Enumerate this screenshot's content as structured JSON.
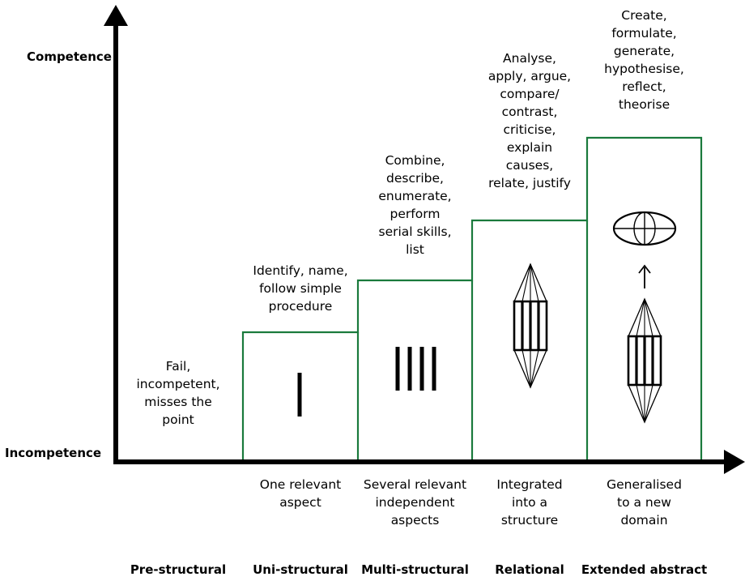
{
  "axis": {
    "y_top_label": "Competence",
    "y_bottom_label": "Incompetence"
  },
  "colors": {
    "step_outline": "#1a7a3c",
    "axis": "#000000"
  },
  "levels": [
    {
      "name": "Pre-structural",
      "verbs": "Fail,\nincompetent,\nmisses the\npoint",
      "description": "",
      "icon": "none"
    },
    {
      "name": "Uni-structural",
      "verbs": "Identify, name,\nfollow simple\nprocedure",
      "description": "One relevant\naspect",
      "icon": "single-bar-icon"
    },
    {
      "name": "Multi-structural",
      "verbs": "Combine,\ndescribe,\nenumerate,\nperform\nserial skills,\nlist",
      "description": "Several relevant\nindependent\naspects",
      "icon": "four-bars-icon"
    },
    {
      "name": "Relational",
      "verbs": "Analyse,\napply, argue,\ncompare/\ncontrast,\ncriticise,\nexplain\ncauses,\nrelate, justify",
      "description": "Integrated\ninto a\nstructure",
      "icon": "integrated-structure-icon"
    },
    {
      "name": "Extended abstract",
      "verbs": "Create,\nformulate,\ngenerate,\nhypothesise,\nreflect,\ntheorise",
      "description": "Generalised\nto a new\ndomain",
      "icon": "generalised-structure-icon"
    }
  ]
}
